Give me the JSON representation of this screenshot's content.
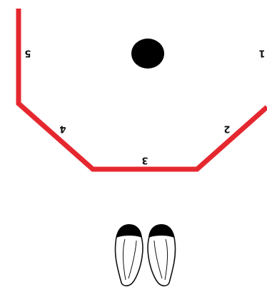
{
  "segment_labels": {
    "one": "1",
    "two": "2",
    "three": "3",
    "four": "4",
    "five": "5"
  },
  "colors": {
    "track": "#e5282f",
    "ball": "#000000",
    "ink": "#111111",
    "background": "#ffffff"
  },
  "icons": {
    "ball": "filled-black-circle",
    "feet": "pair-of-shoe-soles-outline"
  }
}
